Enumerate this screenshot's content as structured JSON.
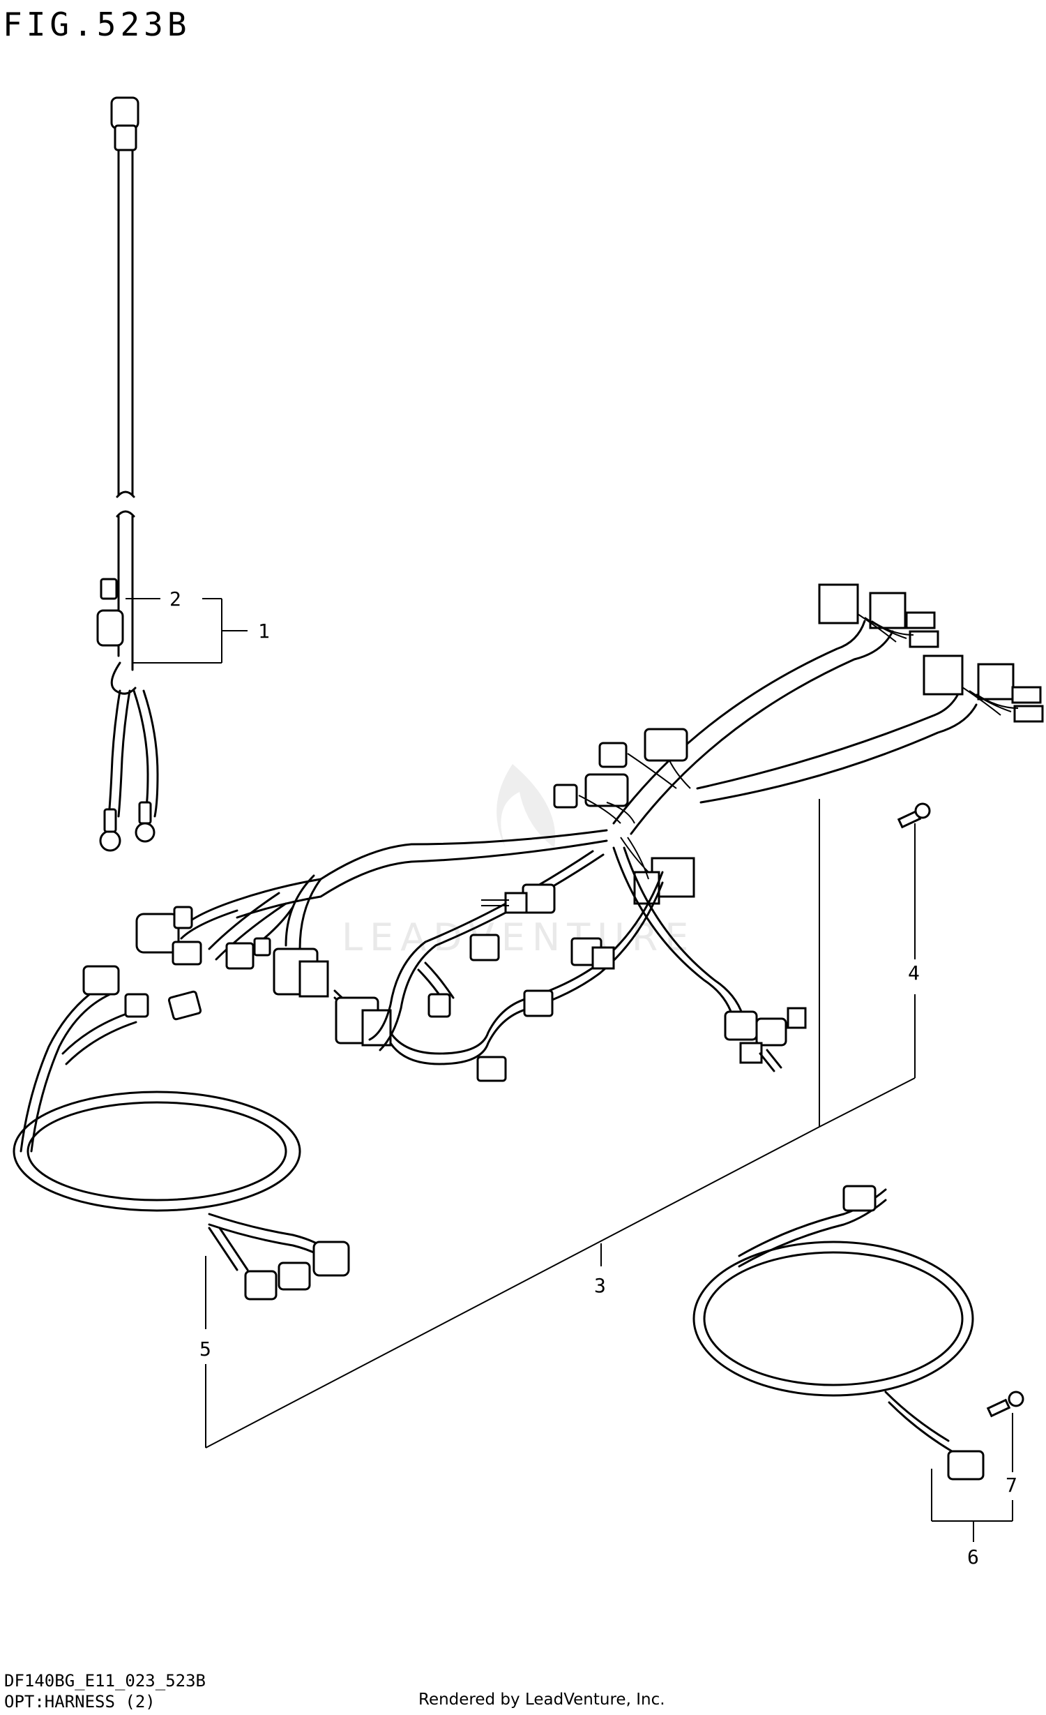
{
  "figure": {
    "title": "FIG.523B",
    "code": "DF140BG_E11_023_523B",
    "description": "OPT:HARNESS (2)",
    "rendered_by": "Rendered by LeadVenture, Inc.",
    "watermark": "LEADVENTURE"
  },
  "callouts": [
    {
      "id": "1",
      "label": "1"
    },
    {
      "id": "2",
      "label": "2"
    },
    {
      "id": "3",
      "label": "3"
    },
    {
      "id": "4",
      "label": "4"
    },
    {
      "id": "5",
      "label": "5"
    },
    {
      "id": "6",
      "label": "6"
    },
    {
      "id": "7",
      "label": "7"
    }
  ]
}
